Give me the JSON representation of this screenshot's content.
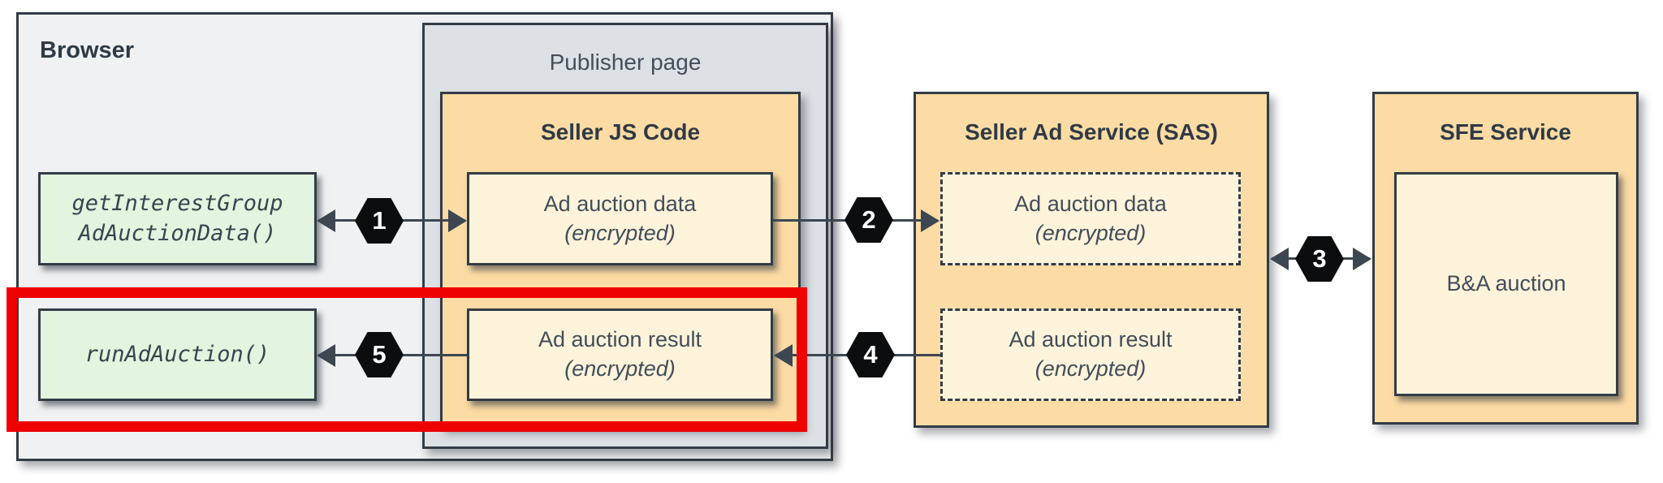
{
  "diagram": {
    "browser": {
      "label": "Browser"
    },
    "publisher": {
      "label": "Publisher page"
    },
    "seller_js": {
      "title": "Seller JS Code",
      "data_box": {
        "line1": "Ad auction data",
        "line2": "(encrypted)"
      },
      "result_box": {
        "line1": "Ad auction result",
        "line2": "(encrypted)"
      }
    },
    "browser_api": {
      "get_box": {
        "line1": "getInterestGroup",
        "line2": "AdAuctionData()"
      },
      "run_box": {
        "line1": "runAdAuction()"
      }
    },
    "sas": {
      "title": "Seller Ad Service (SAS)",
      "data_box": {
        "line1": "Ad auction data",
        "line2": "(encrypted)"
      },
      "result_box": {
        "line1": "Ad auction result",
        "line2": "(encrypted)"
      }
    },
    "sfe": {
      "title": "SFE Service",
      "auction_box": {
        "label": "B&A auction"
      }
    },
    "steps": {
      "s1": "1",
      "s2": "2",
      "s3": "3",
      "s4": "4",
      "s5": "5"
    },
    "colors": {
      "service_orange": "#fcdba4",
      "data_cream": "#fdf3da",
      "api_green": "#e3f4df",
      "browser_bg": "#eff1f3",
      "publisher_bg": "#dce1e5",
      "border_dark": "#323c46",
      "arrow": "#3d4752",
      "highlight_red": "#ee0202",
      "hexagon_black": "#0b0d0f"
    }
  }
}
